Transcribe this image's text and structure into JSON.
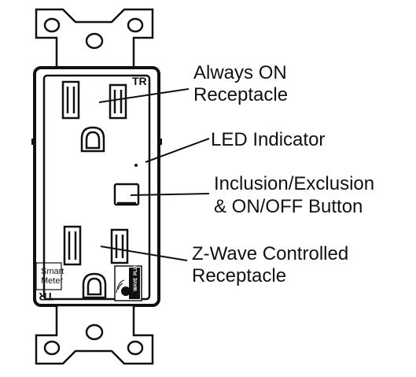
{
  "labels": {
    "always_on": [
      "Always ON",
      "Receptacle"
    ],
    "led": "LED Indicator",
    "button": [
      "Inclusion/Exclusion",
      "& ON/OFF Button"
    ],
    "controlled": [
      "Z-Wave Controlled",
      "Receptacle"
    ]
  },
  "device": {
    "tr_top": "TR",
    "tr_bottom": "TR",
    "meter": [
      "Smart",
      "Meter"
    ],
    "logo": [
      "WAVE",
      "PLUS"
    ]
  },
  "colors": {
    "ink": "#111111",
    "paper": "#ffffff"
  }
}
